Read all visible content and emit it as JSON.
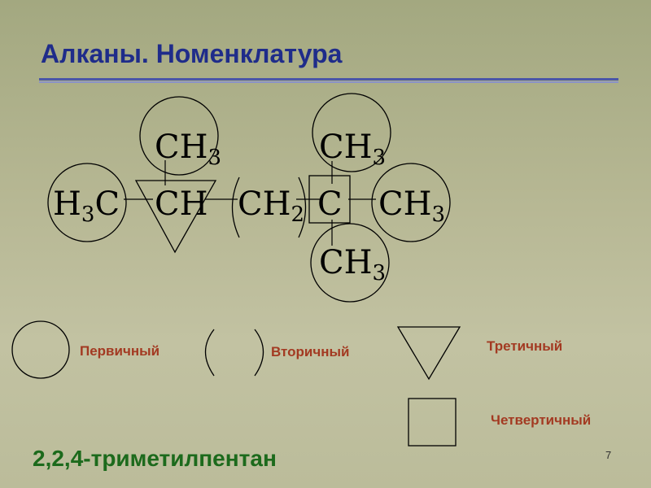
{
  "slide": {
    "title": "Алканы. Номенклатура",
    "compound_name": "2,2,4-триметилпентан",
    "page_number": "7"
  },
  "formula": {
    "groups": [
      "H3C",
      "CH",
      "CH2",
      "C",
      "CH3"
    ],
    "substituents": {
      "on_ch_top": "CH3",
      "on_c_top": "CH3",
      "on_c_bottom": "CH3"
    }
  },
  "legend": {
    "primary": "Первичный",
    "secondary": "Вторичный",
    "tertiary": "Третичный",
    "quaternary": "Четвертичный"
  },
  "colors": {
    "title": "#1f2c8a",
    "legend_text": "#a33a22",
    "compound_name": "#1c6a1c"
  }
}
